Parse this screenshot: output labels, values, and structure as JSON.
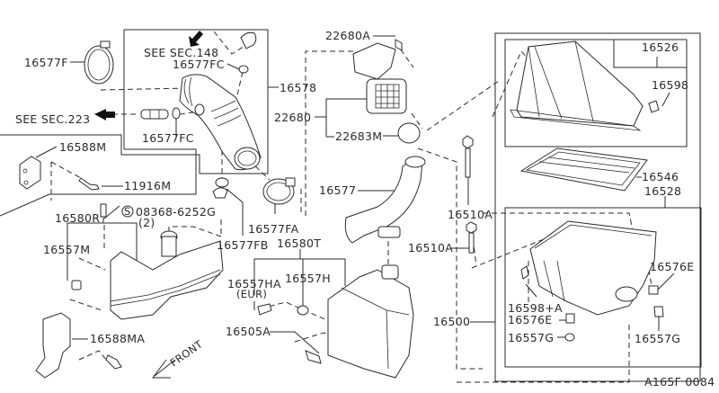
{
  "diagram": {
    "drawing_id": "A165F 0084",
    "front_label": "FRONT",
    "callouts": {
      "p16577F": "16577F",
      "see148": "SEE SEC.148",
      "p16577FC_top": "16577FC",
      "p16578": "16578",
      "see223": "SEE SEC.223",
      "p16577FC_bot": "16577FC",
      "p16588M": "16588M",
      "p11916M": "11916M",
      "p16580R": "16580R",
      "screw_symbol": "S",
      "p08368": "08368-6252G",
      "qty2": "(2)",
      "p16557M": "16557M",
      "p16577FA": "16577FA",
      "p16577FB": "16577FB",
      "p16580T": "16580T",
      "p16557HA": "16557HA",
      "eur": "(EUR)",
      "p16557H": "16557H",
      "p16505A": "16505A",
      "p16588MA": "16588MA",
      "p22680A": "22680A",
      "p22680": "22680",
      "p22683M": "22683M",
      "p16577": "16577",
      "p16510A_top": "16510A",
      "p16510A_mid": "16510A",
      "p16500": "16500",
      "p16526": "16526",
      "p16598": "16598",
      "p16546": "16546",
      "p16528": "16528",
      "p16576E_r": "16576E",
      "p16598A": "16598+A",
      "p16576E_l": "16576E",
      "p16557G_l": "16557G",
      "p16557G_r": "16557G"
    }
  }
}
